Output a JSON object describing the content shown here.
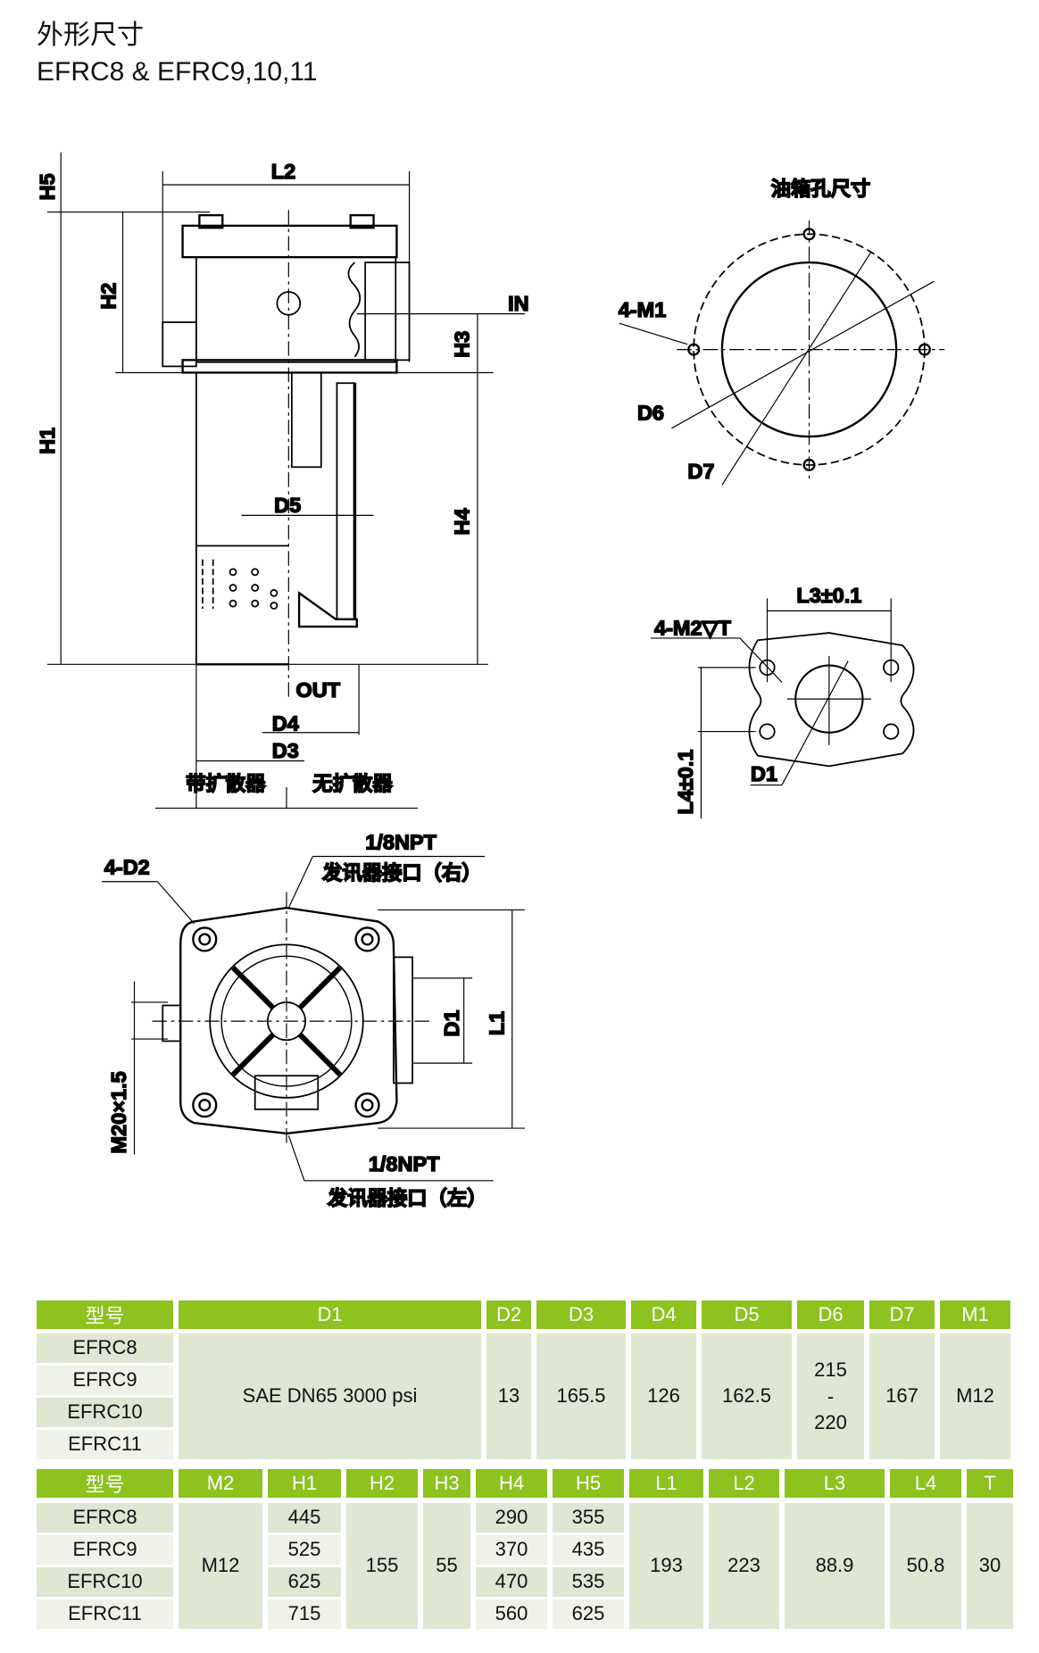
{
  "title": "外形尺寸",
  "subtitle": "EFRC8 & EFRC9,10,11",
  "side_view": {
    "labels": {
      "L2": "L2",
      "H5": "H5",
      "H2": "H2",
      "H1": "H1",
      "IN": "IN",
      "H3": "H3",
      "H4": "H4",
      "D5": "D5",
      "OUT": "OUT",
      "D4": "D4",
      "D3": "D3",
      "with_diffuser": "带扩散器",
      "without_diffuser": "无扩散器"
    }
  },
  "tank_hole": {
    "title": "油箱孔尺寸",
    "labels": {
      "M1": "4-M1",
      "D6": "D6",
      "D7": "D7"
    }
  },
  "flange": {
    "labels": {
      "L3": "L3±0.1",
      "M2": "4-M2▽T",
      "L4": "L4±0.1",
      "D1": "D1"
    }
  },
  "top_view": {
    "labels": {
      "D2": "4-D2",
      "npt_right": "1/8NPT",
      "port_right": "发讯器接口（右）",
      "D1": "D1",
      "L1": "L1",
      "M20": "M20×1.5",
      "npt_left": "1/8NPT",
      "port_left": "发讯器接口（左）"
    }
  },
  "table1": {
    "headers": [
      "型号",
      "D1",
      "D2",
      "D3",
      "D4",
      "D5",
      "D6",
      "D7",
      "M1"
    ],
    "models": [
      "EFRC8",
      "EFRC9",
      "EFRC10",
      "EFRC11"
    ],
    "D1": "SAE DN65 3000 psi",
    "D2": "13",
    "D3": "165.5",
    "D4": "126",
    "D5": "162.5",
    "D6": [
      "215",
      "-",
      "220"
    ],
    "D7": "167",
    "M1": "M12"
  },
  "table2": {
    "headers": [
      "型号",
      "M2",
      "H1",
      "H2",
      "H3",
      "H4",
      "H5",
      "L1",
      "L2",
      "L3",
      "L4",
      "T"
    ],
    "models": [
      "EFRC8",
      "EFRC9",
      "EFRC10",
      "EFRC11"
    ],
    "M2": "M12",
    "H1": [
      "445",
      "525",
      "625",
      "715"
    ],
    "H2": "155",
    "H3": "55",
    "H4": [
      "290",
      "370",
      "470",
      "560"
    ],
    "H5": [
      "355",
      "435",
      "535",
      "625"
    ],
    "L1": "193",
    "L2": "223",
    "L3": "88.9",
    "L4": "50.8",
    "T": "30"
  }
}
